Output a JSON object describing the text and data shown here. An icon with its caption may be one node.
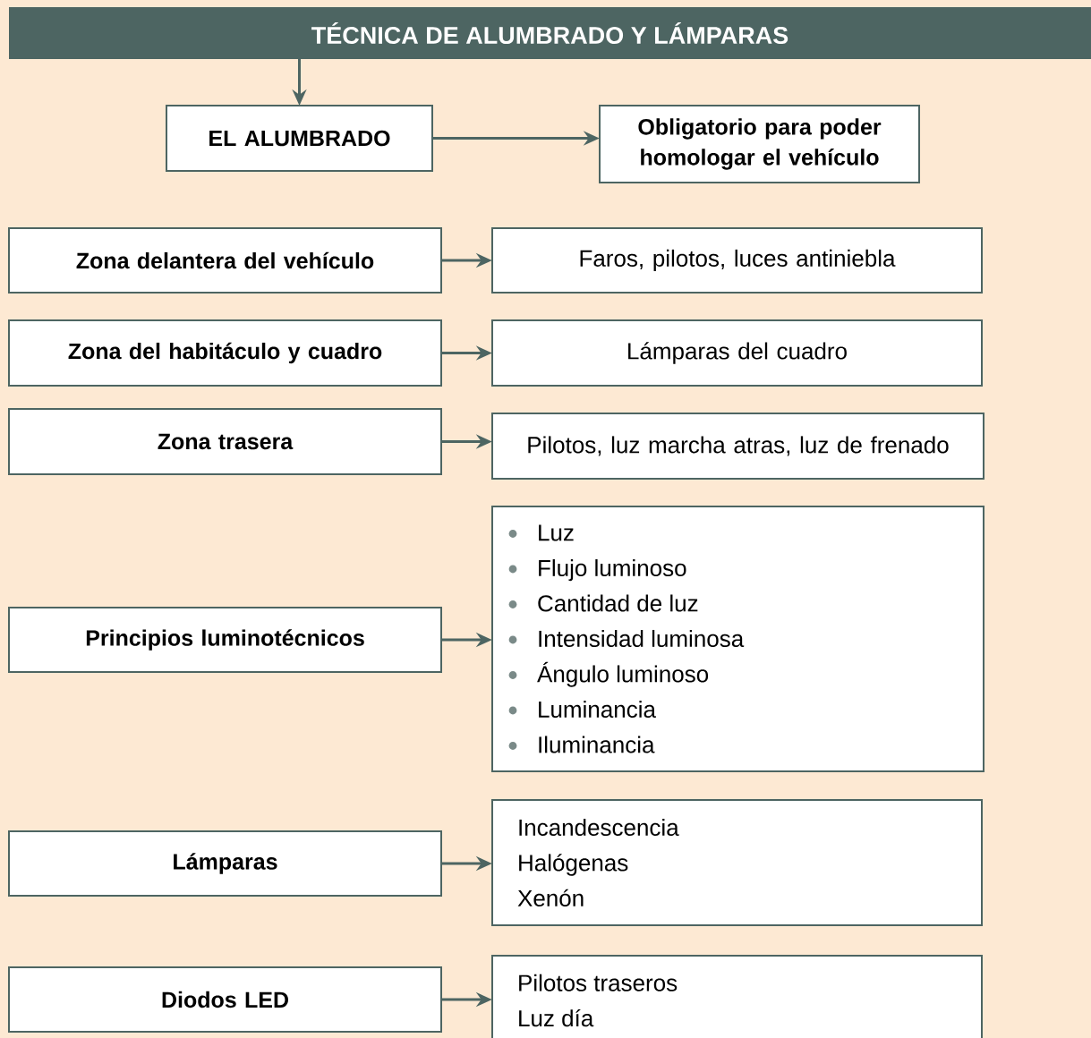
{
  "diagram": {
    "nodes": [
      {
        "text": [
          "TÉCNICA DE ALUMBRADO Y LÁMPARAS"
        ]
      },
      {
        "text": [
          "EL ALUMBRADO"
        ]
      },
      {
        "text": [
          "Obligatorio para poder homologar el vehículo"
        ]
      },
      {
        "text": [
          "Zona delantera del vehículo"
        ]
      },
      {
        "text": [
          "Faros, pilotos, luces antiniebla"
        ]
      },
      {
        "text": [
          "Zona del habitáculo y cuadro"
        ]
      },
      {
        "text": [
          "Lámparas del cuadro"
        ]
      },
      {
        "text": [
          "Zona trasera"
        ]
      },
      {
        "text": [
          "Pilotos, luz marcha atras, luz de frenado"
        ]
      },
      {
        "text": [
          "Principios luminotécnicos"
        ]
      },
      {
        "text": [
          "Luz",
          "Flujo luminoso",
          "Cantidad de luz",
          "Intensidad luminosa",
          "Ángulo luminoso",
          "Luminancia",
          "Iluminancia"
        ]
      },
      {
        "text": [
          "Lámparas"
        ]
      },
      {
        "text": [
          "Incandescencia",
          "Halógenas",
          "Xenón"
        ]
      },
      {
        "text": [
          "Diodos LED"
        ]
      },
      {
        "text": [
          "Pilotos traseros",
          "Luz día"
        ]
      }
    ],
    "edges": [
      {
        "from": 0,
        "to": 1,
        "arrow": "to"
      },
      {
        "from": 1,
        "to": 2,
        "arrow": "to"
      },
      {
        "from": 3,
        "to": 4,
        "arrow": "to"
      },
      {
        "from": 5,
        "to": 6,
        "arrow": "to"
      },
      {
        "from": 7,
        "to": 8,
        "arrow": "to"
      },
      {
        "from": 9,
        "to": 10,
        "arrow": "to"
      },
      {
        "from": 11,
        "to": 12,
        "arrow": "to"
      },
      {
        "from": 13,
        "to": 14,
        "arrow": "to"
      }
    ]
  }
}
